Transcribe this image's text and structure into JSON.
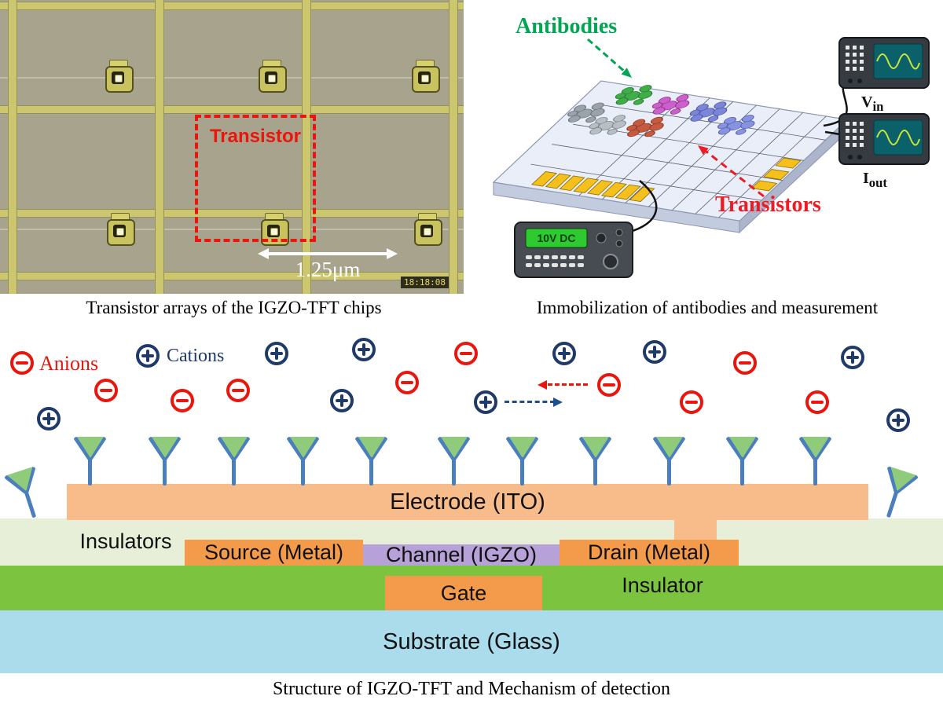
{
  "micrograph": {
    "caption": "Transistor arrays of the IGZO-TFT chips",
    "transistor_box_label": "Transistor",
    "scale_value": "1.25μm",
    "timestamp": "18:18:08"
  },
  "schematic": {
    "caption": "Immobilization of antibodies and measurement",
    "antibodies_label": "Antibodies",
    "transistors_label": "Transistors",
    "supply_display": "10V DC",
    "vin_base": "V",
    "vin_sub": "in",
    "iout_base": "I",
    "iout_sub": "out"
  },
  "structure": {
    "caption": "Structure of IGZO-TFT and Mechanism of detection",
    "anions_label": "Anions",
    "cations_label": "Cations",
    "layers": {
      "electrode": "Electrode (ITO)",
      "insulators": "Insulators",
      "source": "Source (Metal)",
      "channel": "Channel (IGZO)",
      "drain": "Drain (Metal)",
      "gate": "Gate",
      "insulator": "Insulator",
      "substrate": "Substrate (Glass)"
    }
  },
  "colors": {
    "electrode_ito": "#f7bc8a",
    "metal": "#f39b4a",
    "channel_igzo": "#b7a1d9",
    "insulator_top": "#e8efd9",
    "insulator_gate": "#7cc440",
    "substrate_glass": "#abdcec",
    "anion": "#e8160c",
    "cation": "#1f3a68",
    "antibody_stem": "#4a7ebc",
    "antibody_head": "#8fcb7b",
    "antibodies_label": "#00a651",
    "transistors_label": "#ed1c24"
  }
}
